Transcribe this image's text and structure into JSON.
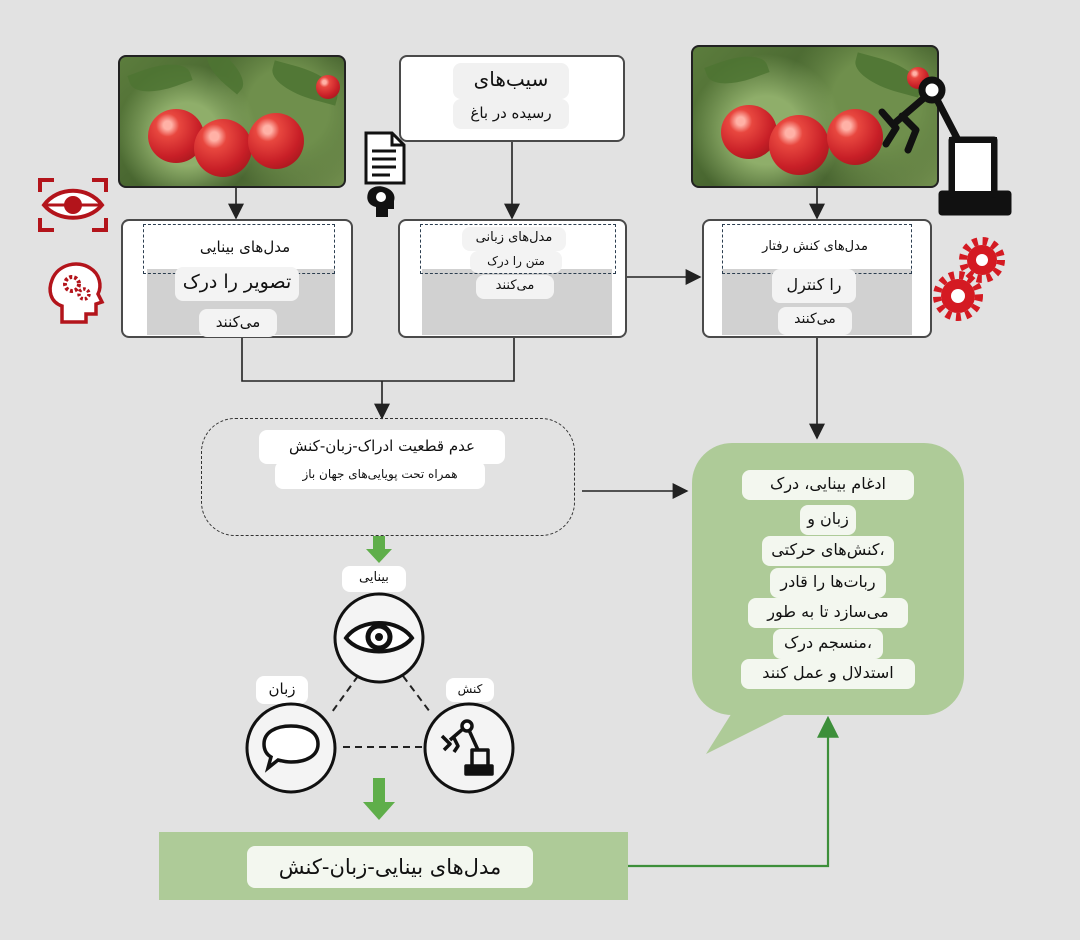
{
  "top_center": {
    "line1": "سیب‌های",
    "line2": "رسیده در باغ"
  },
  "vision_model": {
    "line1": "مدل‌های بینایی",
    "line2": "تصویر را درک",
    "line3": "می‌کنند"
  },
  "language_model": {
    "line1": "مدل‌های زبانی",
    "line2": "متن را درک",
    "line3": "می‌کنند"
  },
  "action_model": {
    "line1": "مدل‌های کنش رفتار",
    "line2": "را کنترل",
    "line3": "می‌کنند"
  },
  "uncertainty": {
    "line1": "عدم قطعیت ادراک-زبان-کنش",
    "line2": "همراه تحت پویایی‌های جهان باز"
  },
  "triad": {
    "vision": "بینایی",
    "language": "زبان",
    "action": "کنش"
  },
  "result": {
    "label": "مدل‌های بینایی-زبان-کنش"
  },
  "integration": {
    "lines": [
      "ادغام بینایی، درک",
      "زبان و",
      "کنش‌های حرکتی،",
      "ربات‌ها را قادر",
      "می‌سازد تا به طور",
      "منسجم درک،",
      "استدلال و عمل کنند"
    ]
  },
  "colors": {
    "background": "#e2e2e2",
    "green": "#aecb98",
    "arrow_green": "#5fae4a",
    "icon_red": "#b3141b",
    "dark": "#222222"
  }
}
